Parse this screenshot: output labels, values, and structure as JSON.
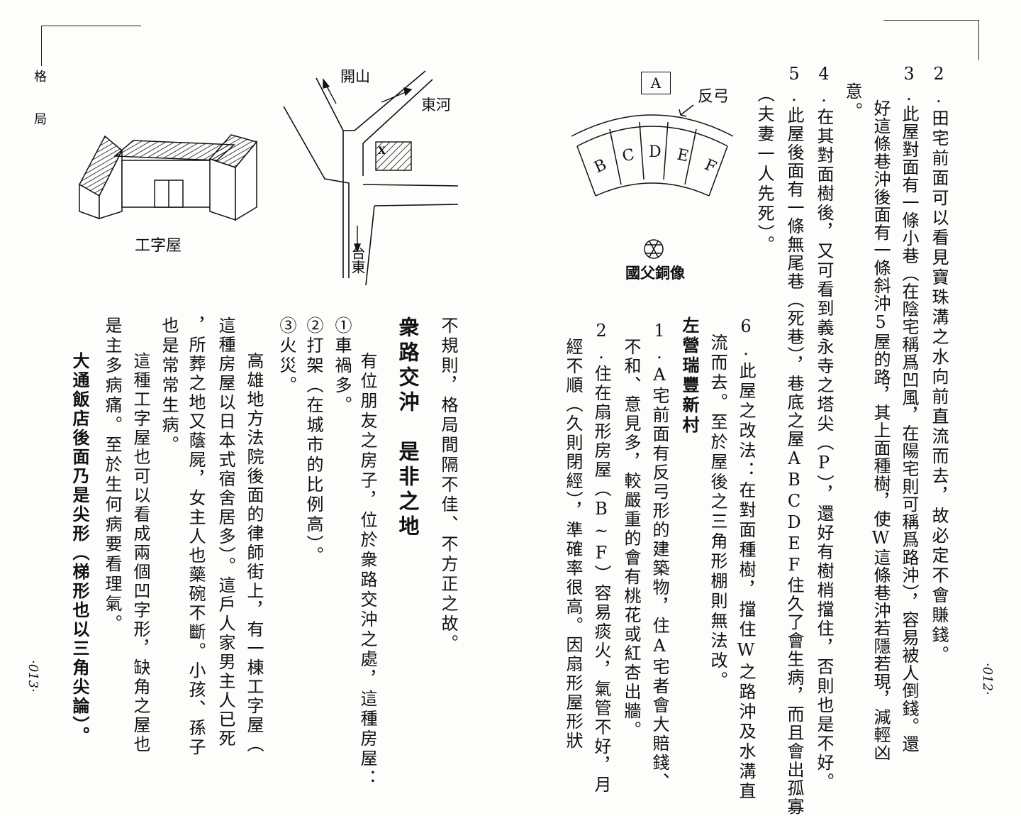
{
  "left_page": {
    "header": [
      "格",
      "局"
    ],
    "figure_house": {
      "caption": "工字屋"
    },
    "figure_map": {
      "kaishan": "開山",
      "donghe": "東河",
      "taidong": "台東",
      "marker": "X"
    },
    "columns": [
      "不規則，格局間隔不佳、不方正之故。",
      "衆路交沖　是非之地",
      "有位朋友之房子，位於衆路交沖之處，這種房屋：",
      "①車禍多。",
      "②打架（在城市的比例高）。",
      "③火災。",
      "高雄地方法院後面的律師街上，有一棟工字屋（",
      "這種房屋以日本式宿舍居多）。這戶人家男主人已死",
      "，所葬之地又蔭屍，女主人也藥碗不斷。小孩、孫子",
      "也是常常生病。",
      "這種工字屋也可以看成兩個凹字形，缺角之屋也",
      "是主多病痛。至於生何病要看理氣。",
      "大通飯店後面乃是尖形（梯形也以三角尖論）。"
    ],
    "page_number": "·013·"
  },
  "right_page": {
    "columns": [
      "2.田宅前面可以看見寶珠溝之水向前直流而去，故必定不會賺錢。",
      "3.此屋對面有一條小巷（在陰宅稱爲凹風，在陽宅則可稱爲路沖），容易被人倒錢。還",
      "好這條巷沖後面有一條斜沖5屋的路，其上面種樹，使W這條巷沖若隱若現，減輕凶",
      "意。",
      "4.在其對面樹後，又可看到義永寺之塔尖（P），還好有樹梢擋住，否則也是不好。",
      "5.此屋後面有一條無尾巷（死巷），巷底之屋ABCDEF住久了會生病，而且會出孤寡",
      "（夫妻一人先死）。",
      "6.此屋之改法：在對面種樹，擋住W之路沖及水溝直",
      "流而去。至於屋後之三角形棚則無法改。",
      "左營瑞豐新村",
      "1.A宅前面有反弓形的建築物，住A宅者會大賠錢、",
      "不和、意見多，較嚴重的會有桃花或紅杏出牆。",
      "2.住在扇形房屋（B~F）容易痰火，氣管不好，月",
      "經不順（久則閉經），準確率很高。因扇形屋形狀"
    ],
    "figure_fan": {
      "box_label": "A",
      "arc_label": "反弓",
      "segments": [
        "B",
        "C",
        "D",
        "E",
        "F"
      ],
      "statue_label": "國父銅像"
    },
    "page_number": "·012·"
  }
}
